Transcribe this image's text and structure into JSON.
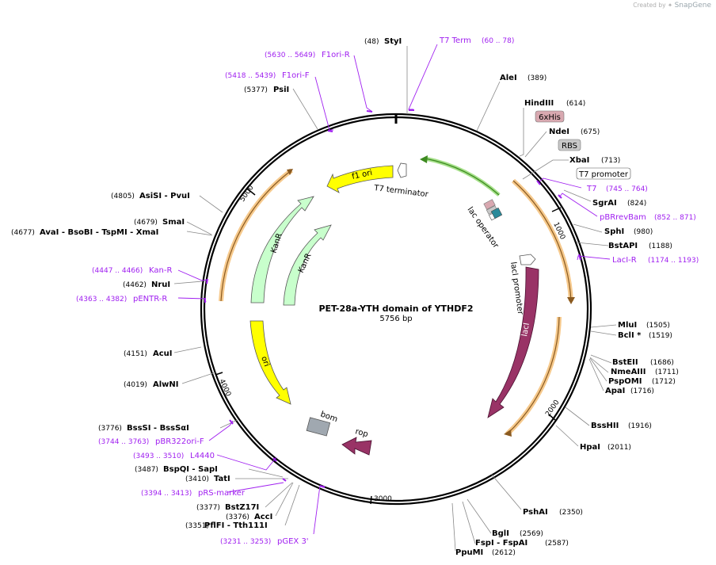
{
  "credit": {
    "created_by": "Created by",
    "brand": "SnapGene"
  },
  "plasmid": {
    "name": "PET-28a-YTH domain of YTHDF2",
    "length": "5756 bp"
  },
  "ticks": [
    "1000",
    "2000",
    "3000",
    "4000",
    "5000"
  ],
  "features": {
    "t7_terminator": "T7 terminator",
    "f1_ori": "f1 ori",
    "lac_operator": "lac operator",
    "laci_promoter": "lacI promoter",
    "laci": "lacI",
    "kanr1": "KanR",
    "kanr2": "KanR",
    "ori": "ori",
    "bom": "bom",
    "rop": "rop",
    "his_tag": "6xHis",
    "rbs": "RBS",
    "t7_promoter": "T7 promoter"
  },
  "enzymes": [
    {
      "id": "styi",
      "name": "StyI",
      "pos": "(48)"
    },
    {
      "id": "alei",
      "name": "AleI",
      "pos": "(389)"
    },
    {
      "id": "hindiii",
      "name": "HindIII",
      "pos": "(614)"
    },
    {
      "id": "ndei",
      "name": "NdeI",
      "pos": "(675)"
    },
    {
      "id": "xbai",
      "name": "XbaI",
      "pos": "(713)"
    },
    {
      "id": "sgrai",
      "name": "SgrAI",
      "pos": "(824)"
    },
    {
      "id": "sphi",
      "name": "SphI",
      "pos": "(980)"
    },
    {
      "id": "bstapi",
      "name": "BstAPI",
      "pos": "(1188)"
    },
    {
      "id": "mlui",
      "name": "MluI",
      "pos": "(1505)"
    },
    {
      "id": "bcli",
      "name": "BclI *",
      "pos": "(1519)"
    },
    {
      "id": "bsteii",
      "name": "BstEII",
      "pos": "(1686)"
    },
    {
      "id": "nmeaiii",
      "name": "NmeAIII",
      "pos": "(1711)"
    },
    {
      "id": "pspomi",
      "name": "PspOMI",
      "pos": "(1712)"
    },
    {
      "id": "apai",
      "name": "ApaI",
      "pos": "(1716)"
    },
    {
      "id": "bsshii",
      "name": "BssHII",
      "pos": "(1916)"
    },
    {
      "id": "hpai",
      "name": "HpaI",
      "pos": "(2011)"
    },
    {
      "id": "pshai",
      "name": "PshAI",
      "pos": "(2350)"
    },
    {
      "id": "bgli",
      "name": "BglI",
      "pos": "(2569)"
    },
    {
      "id": "fspi",
      "name": "FspI - FspAI",
      "pos": "(2587)"
    },
    {
      "id": "ppumi",
      "name": "PpuMI",
      "pos": "(2612)"
    },
    {
      "id": "tth111i",
      "name": "PflFI - Tth111I",
      "pos": "(3351)"
    },
    {
      "id": "acci",
      "name": "AccI",
      "pos": "(3376)"
    },
    {
      "id": "bstz17i",
      "name": "BstZ17I",
      "pos": "(3377)"
    },
    {
      "id": "tati",
      "name": "TatI",
      "pos": "(3410)"
    },
    {
      "id": "sapi",
      "name": "BspQI - SapI",
      "pos": "(3487)"
    },
    {
      "id": "bsssi",
      "name": "BssSI - BssSαI",
      "pos": "(3776)"
    },
    {
      "id": "alwni",
      "name": "AlwNI",
      "pos": "(4019)"
    },
    {
      "id": "acui",
      "name": "AcuI",
      "pos": "(4151)"
    },
    {
      "id": "nrui",
      "name": "NruI",
      "pos": "(4462)"
    },
    {
      "id": "xmai",
      "name": "AvaI - BsoBI - TspMI - XmaI",
      "pos": "(4677)"
    },
    {
      "id": "smai",
      "name": "SmaI",
      "pos": "(4679)"
    },
    {
      "id": "pvui",
      "name": "AsiSI - PvuI",
      "pos": "(4805)"
    },
    {
      "id": "psii",
      "name": "PsiI",
      "pos": "(5377)"
    }
  ],
  "primers": [
    {
      "id": "t7term",
      "name": "T7 Term",
      "pos": "(60 .. 78)"
    },
    {
      "id": "f1orir",
      "name": "F1ori-R",
      "pos": "(5630 .. 5649)"
    },
    {
      "id": "f1orif",
      "name": "F1ori-F",
      "pos": "(5418 .. 5439)"
    },
    {
      "id": "t7",
      "name": "T7",
      "pos": "(745 .. 764)"
    },
    {
      "id": "pbrrevbam",
      "name": "pBRrevBam",
      "pos": "(852 .. 871)"
    },
    {
      "id": "lacir",
      "name": "LacI-R",
      "pos": "(1174 .. 1193)"
    },
    {
      "id": "kanr",
      "name": "Kan-R",
      "pos": "(4447 .. 4466)"
    },
    {
      "id": "pentrr",
      "name": "pENTR-R",
      "pos": "(4363 .. 4382)"
    },
    {
      "id": "pbr322orif",
      "name": "pBR322ori-F",
      "pos": "(3744 .. 3763)"
    },
    {
      "id": "l4440",
      "name": "L4440",
      "pos": "(3493 .. 3510)"
    },
    {
      "id": "prsmarker",
      "name": "pRS-marker",
      "pos": "(3394 .. 3413)"
    },
    {
      "id": "pgex3",
      "name": "pGEX 3'",
      "pos": "(3231 .. 3253)"
    }
  ],
  "colors": {
    "backbone": "#000000",
    "primer": "#a020f0",
    "orf_glow": "#f0c080",
    "orf_line": "#b07830",
    "f1_ori": "#ffff00",
    "kanr": "#c8ffcc",
    "laci": "#993366",
    "t7_terminator_arrow": "#60b030",
    "bom": "#a0a8b0",
    "his_tag": "#d8a8b0",
    "rbs": "#c8c8c8"
  }
}
